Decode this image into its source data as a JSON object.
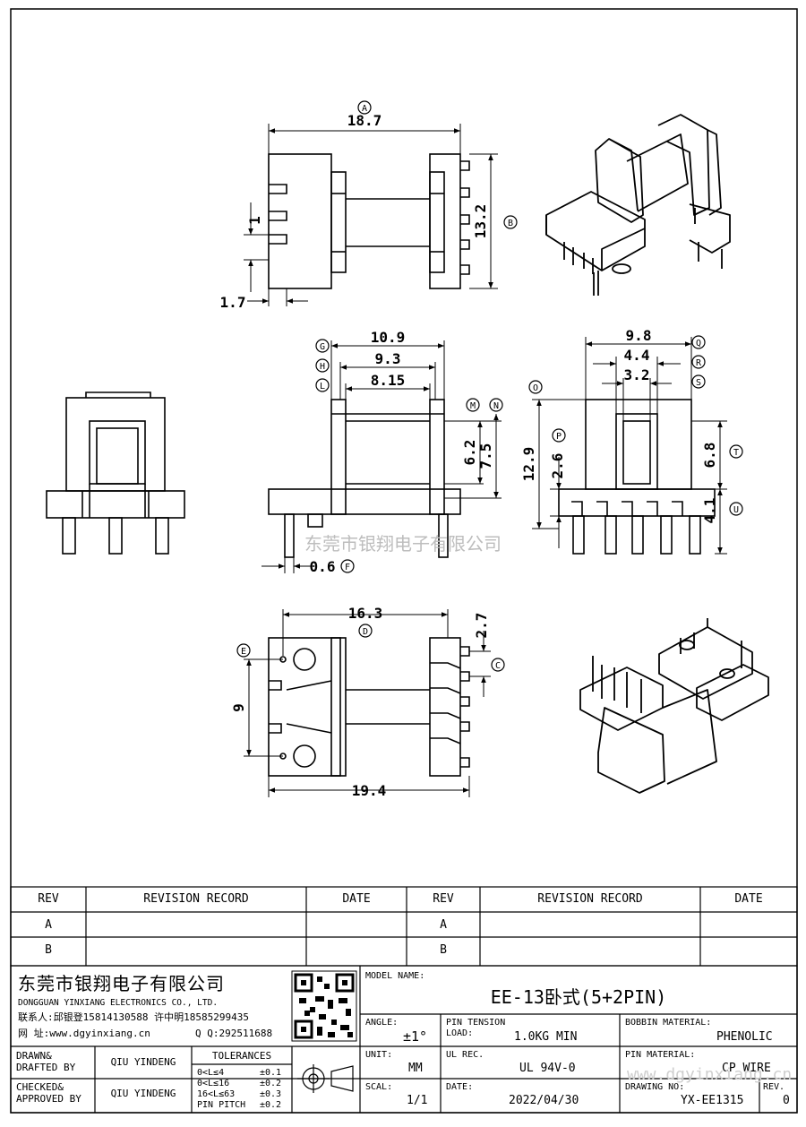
{
  "watermark": "东莞市银翔电子有限公司",
  "watermark_url": "www.dgyinxiang.cn",
  "dimensions": {
    "top_width": "18.7",
    "top_height": "13.2",
    "top_pin": "1",
    "top_offset": "1.7",
    "front_w1": "10.9",
    "front_w2": "9.3",
    "front_w3": "8.15",
    "front_h1": "6.2",
    "front_h2": "7.5",
    "front_pin": "0.6",
    "side_w1": "9.8",
    "side_w2": "4.4",
    "side_w3": "3.2",
    "side_h_total": "12.9",
    "side_h_p": "2.6",
    "side_h_t": "6.8",
    "side_h_u": "4.1",
    "bottom_w": "16.3",
    "bottom_total": "19.4",
    "bottom_h": "9",
    "bottom_pitch": "2.7"
  },
  "callouts": {
    "A": "A",
    "B": "B",
    "C": "C",
    "D": "D",
    "E": "E",
    "F": "F",
    "G": "G",
    "H": "H",
    "L": "L",
    "M": "M",
    "N": "N",
    "O": "O",
    "P": "P",
    "Q": "Q",
    "R": "R",
    "S": "S",
    "T": "T",
    "U": "U"
  },
  "revision_table": {
    "headers": [
      "REV",
      "REVISION RECORD",
      "DATE",
      "REV",
      "REVISION RECORD",
      "DATE"
    ],
    "rows": [
      [
        "A",
        "",
        "",
        "A",
        "",
        ""
      ],
      [
        "B",
        "",
        "",
        "B",
        "",
        ""
      ]
    ]
  },
  "title_block": {
    "company_cn": "东莞市银翔电子有限公司",
    "company_en": "DONGGUAN YINXIANG ELECTRONICS CO., LTD.",
    "contact": "联系人:邱银登15814130588 许中明18585299435",
    "website": "网  址:www.dgyinxiang.cn",
    "qq": "Q  Q:292511688",
    "model_name_label": "MODEL NAME:",
    "model_name": "EE-13卧式(5+2PIN)",
    "drawn_label": "DRAWN&",
    "drafted_label": "DRAFTED BY",
    "drawn_by": "QIU YINDENG",
    "checked_label": "CHECKED&",
    "approved_label": "APPROVED BY",
    "approved_by": "QIU YINDENG",
    "tolerances_label": "TOLERANCES",
    "tolerances": [
      {
        "range": "0<L≤4",
        "value": "±0.1"
      },
      {
        "range": "0<L≤16",
        "value": "±0.2"
      },
      {
        "range": "16<L≤63",
        "value": "±0.3"
      },
      {
        "range": "PIN PITCH",
        "value": "±0.2"
      }
    ],
    "angle_label": "ANGLE:",
    "angle": "±1°",
    "unit_label": "UNIT:",
    "unit": "MM",
    "scale_label": "SCAL:",
    "scale": "1/1",
    "pin_tension_label": "PIN TENSION",
    "load_label": "LOAD:",
    "load": "1.0KG MIN",
    "ul_label": "UL REC.",
    "ul": "UL 94V-0",
    "date_label": "DATE:",
    "date": "2022/04/30",
    "bobbin_label": "BOBBIN MATERIAL:",
    "bobbin": "PHENOLIC",
    "pin_material_label": "PIN MATERIAL:",
    "pin_material": "CP WIRE",
    "drawing_no_label": "DRAWING NO:",
    "drawing_no": "YX-EE1315",
    "rev_label": "REV.",
    "rev": "0"
  }
}
